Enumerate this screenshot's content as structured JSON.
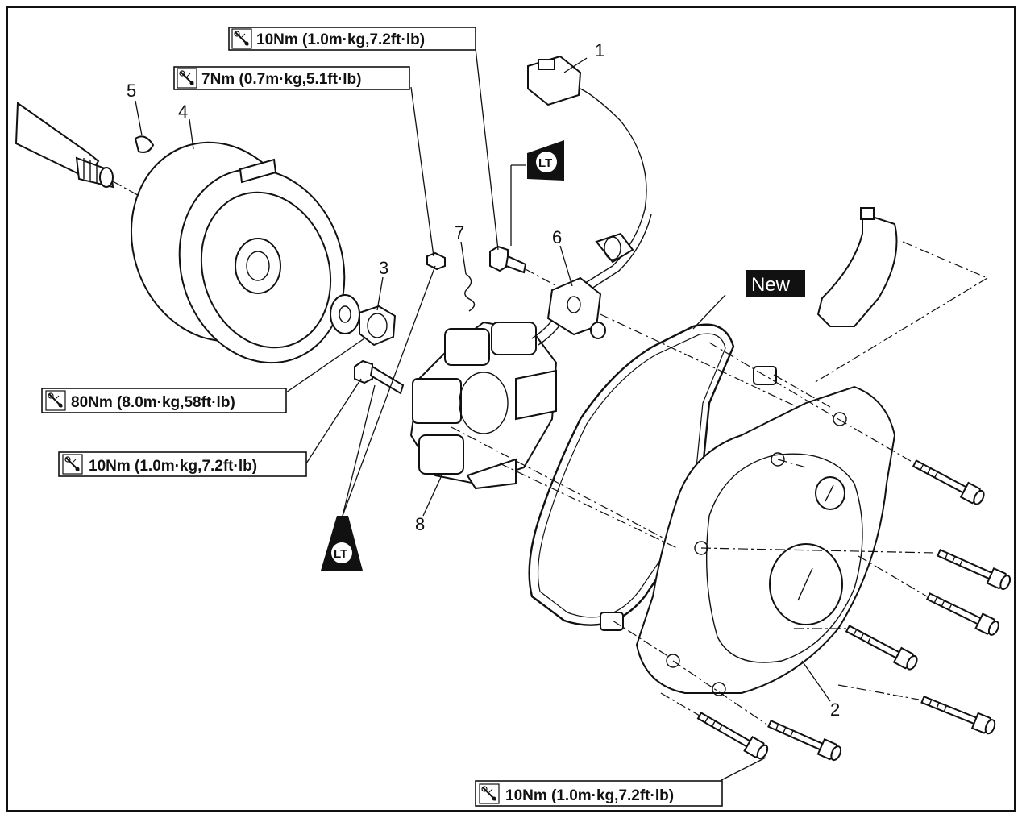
{
  "callouts": {
    "c1": "1",
    "c2": "2",
    "c3": "3",
    "c4": "4",
    "c5": "5",
    "c6": "6",
    "c7": "7",
    "c8": "8"
  },
  "torque_specs": {
    "top": "10Nm (1.0m·kg,7.2ft·lb)",
    "second": "7Nm (0.7m·kg,5.1ft·lb)",
    "nut": "80Nm (8.0m·kg,58ft·lb)",
    "stator_bolt": "10Nm (1.0m·kg,7.2ft·lb)",
    "cover_bolts": "10Nm (1.0m·kg,7.2ft·lb)"
  },
  "badges": {
    "new": "New",
    "lt_upper": "LT",
    "lt_lower": "LT"
  },
  "icons": [
    "torque-wrench-icon",
    "locktite-icon"
  ]
}
